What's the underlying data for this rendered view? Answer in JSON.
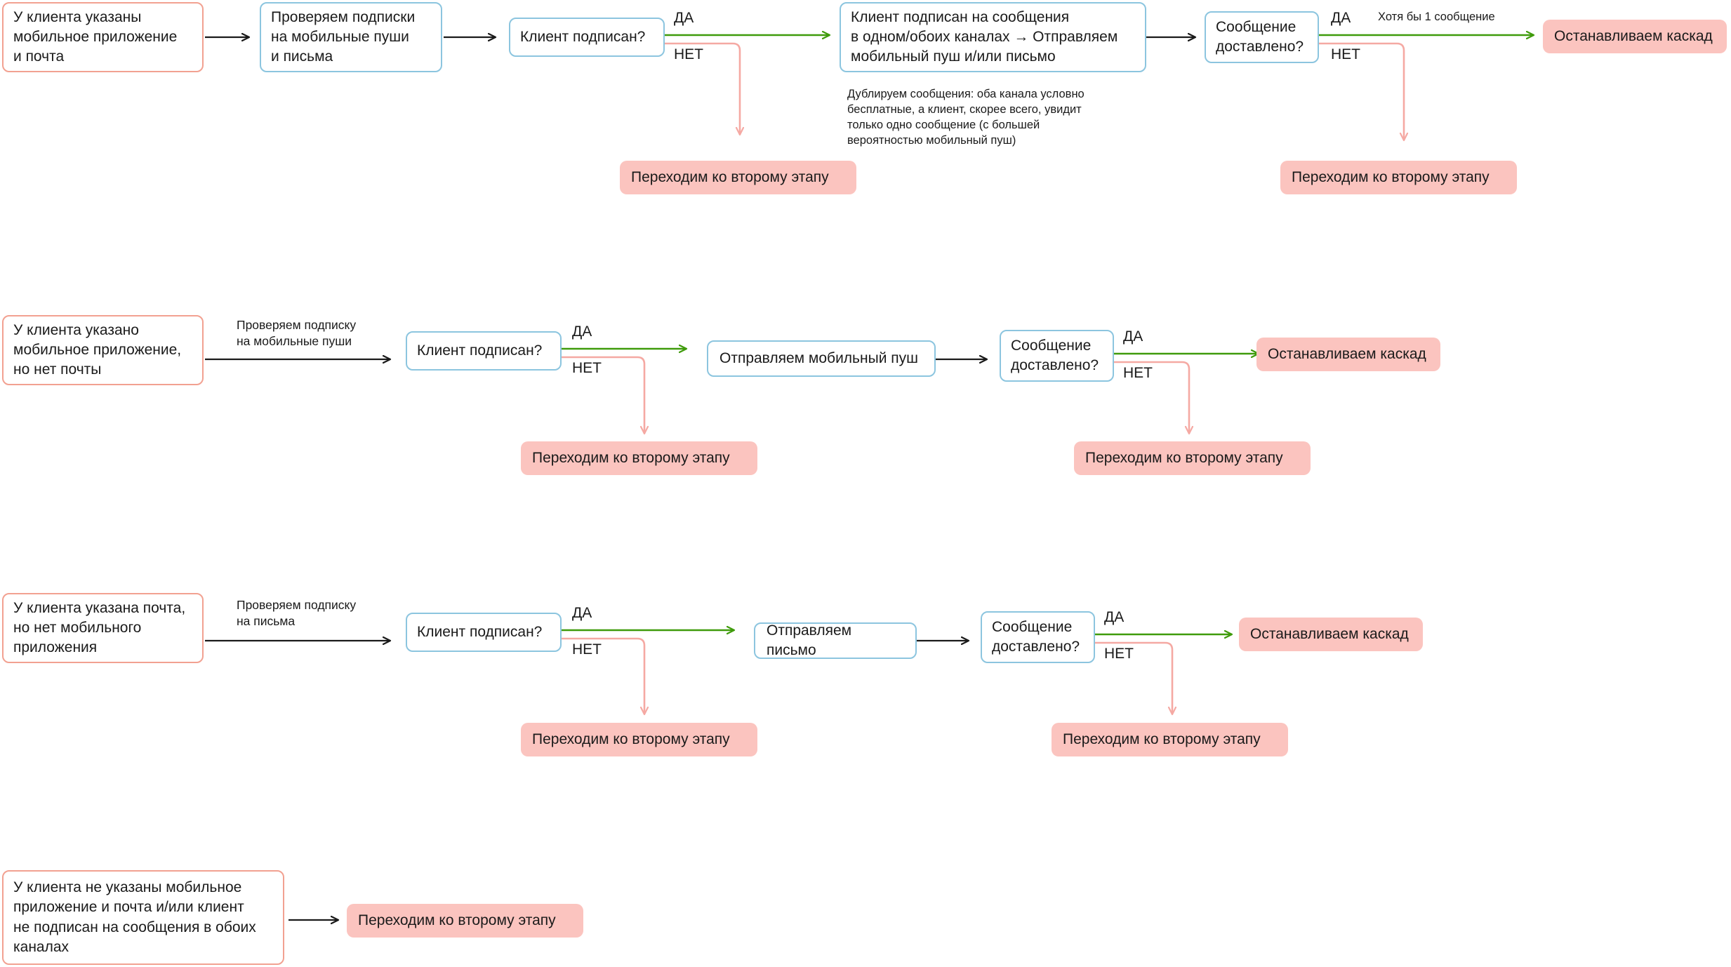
{
  "colors": {
    "blue_border": "#8cc5df",
    "salmon_border": "#f2a191",
    "pink_fill": "#fbc4bf",
    "green_edge": "#3f9b0b",
    "pink_edge": "#f5a9a3",
    "black_edge": "#1a1a1a",
    "text": "#1a1a1a",
    "background": "#ffffff"
  },
  "common": {
    "yes_label": "ДА",
    "no_label": "НЕТ",
    "client_subscribed": "Клиент подписан?",
    "message_delivered": "Сообщение\nдоставлено?",
    "go_to_second_stage": "Переходим ко второму этапу",
    "stop_cascade": "Останавливаем каскад"
  },
  "rows": [
    {
      "id": "row-both-channels",
      "start": "У клиента указаны\nмобильное приложение\nи почта",
      "check": "Проверяем подписки\nна мобильные пуши\nи письма",
      "decision_subscribed": "Клиент подписан?",
      "yes": "ДА",
      "no": "НЕТ",
      "no_target": "Переходим ко второму этапу",
      "action": "Клиент подписан на сообщения\nв одном/обоих каналах → Отправляем\nмобильный пуш и/или письмо",
      "action_note": "Дублируем сообщения: оба канала условно\nбесплатные, а клиент, скорее всего, увидит\nтолько одно сообщение (с большей\nвероятностью мобильный пуш)",
      "decision_delivered": "Сообщение\nдоставлено?",
      "delivered_yes": "ДА",
      "delivered_no": "НЕТ",
      "delivered_yes_edge_label": "Хотя бы 1 сообщение",
      "delivered_yes_target": "Останавливаем каскад",
      "delivered_no_target": "Переходим ко второму этапу"
    },
    {
      "id": "row-push-only",
      "start": "У клиента указано\nмобильное приложение,\nно нет почты",
      "edge_label": "Проверяем подписку\nна мобильные пуши",
      "decision_subscribed": "Клиент подписан?",
      "yes": "ДА",
      "no": "НЕТ",
      "no_target": "Переходим ко второму этапу",
      "action": "Отправляем мобильный пуш",
      "decision_delivered": "Сообщение\nдоставлено?",
      "delivered_yes": "ДА",
      "delivered_no": "НЕТ",
      "delivered_yes_target": "Останавливаем каскад",
      "delivered_no_target": "Переходим ко второму этапу"
    },
    {
      "id": "row-email-only",
      "start": "У клиента указана почта,\nно нет мобильного\nприложения",
      "edge_label": "Проверяем подписку\nна письма",
      "decision_subscribed": "Клиент подписан?",
      "yes": "ДА",
      "no": "НЕТ",
      "no_target": "Переходим ко второму этапу",
      "action": "Отправляем письмо",
      "decision_delivered": "Сообщение\nдоставлено?",
      "delivered_yes": "ДА",
      "delivered_no": "НЕТ",
      "delivered_yes_target": "Останавливаем каскад",
      "delivered_no_target": "Переходим ко второму этапу"
    },
    {
      "id": "row-no-channels",
      "start": "У клиента не указаны мобильное\nприложение и почта и/или клиент\nне подписан на сообщения в обоих\nканалах",
      "target": "Переходим ко второму этапу"
    }
  ]
}
